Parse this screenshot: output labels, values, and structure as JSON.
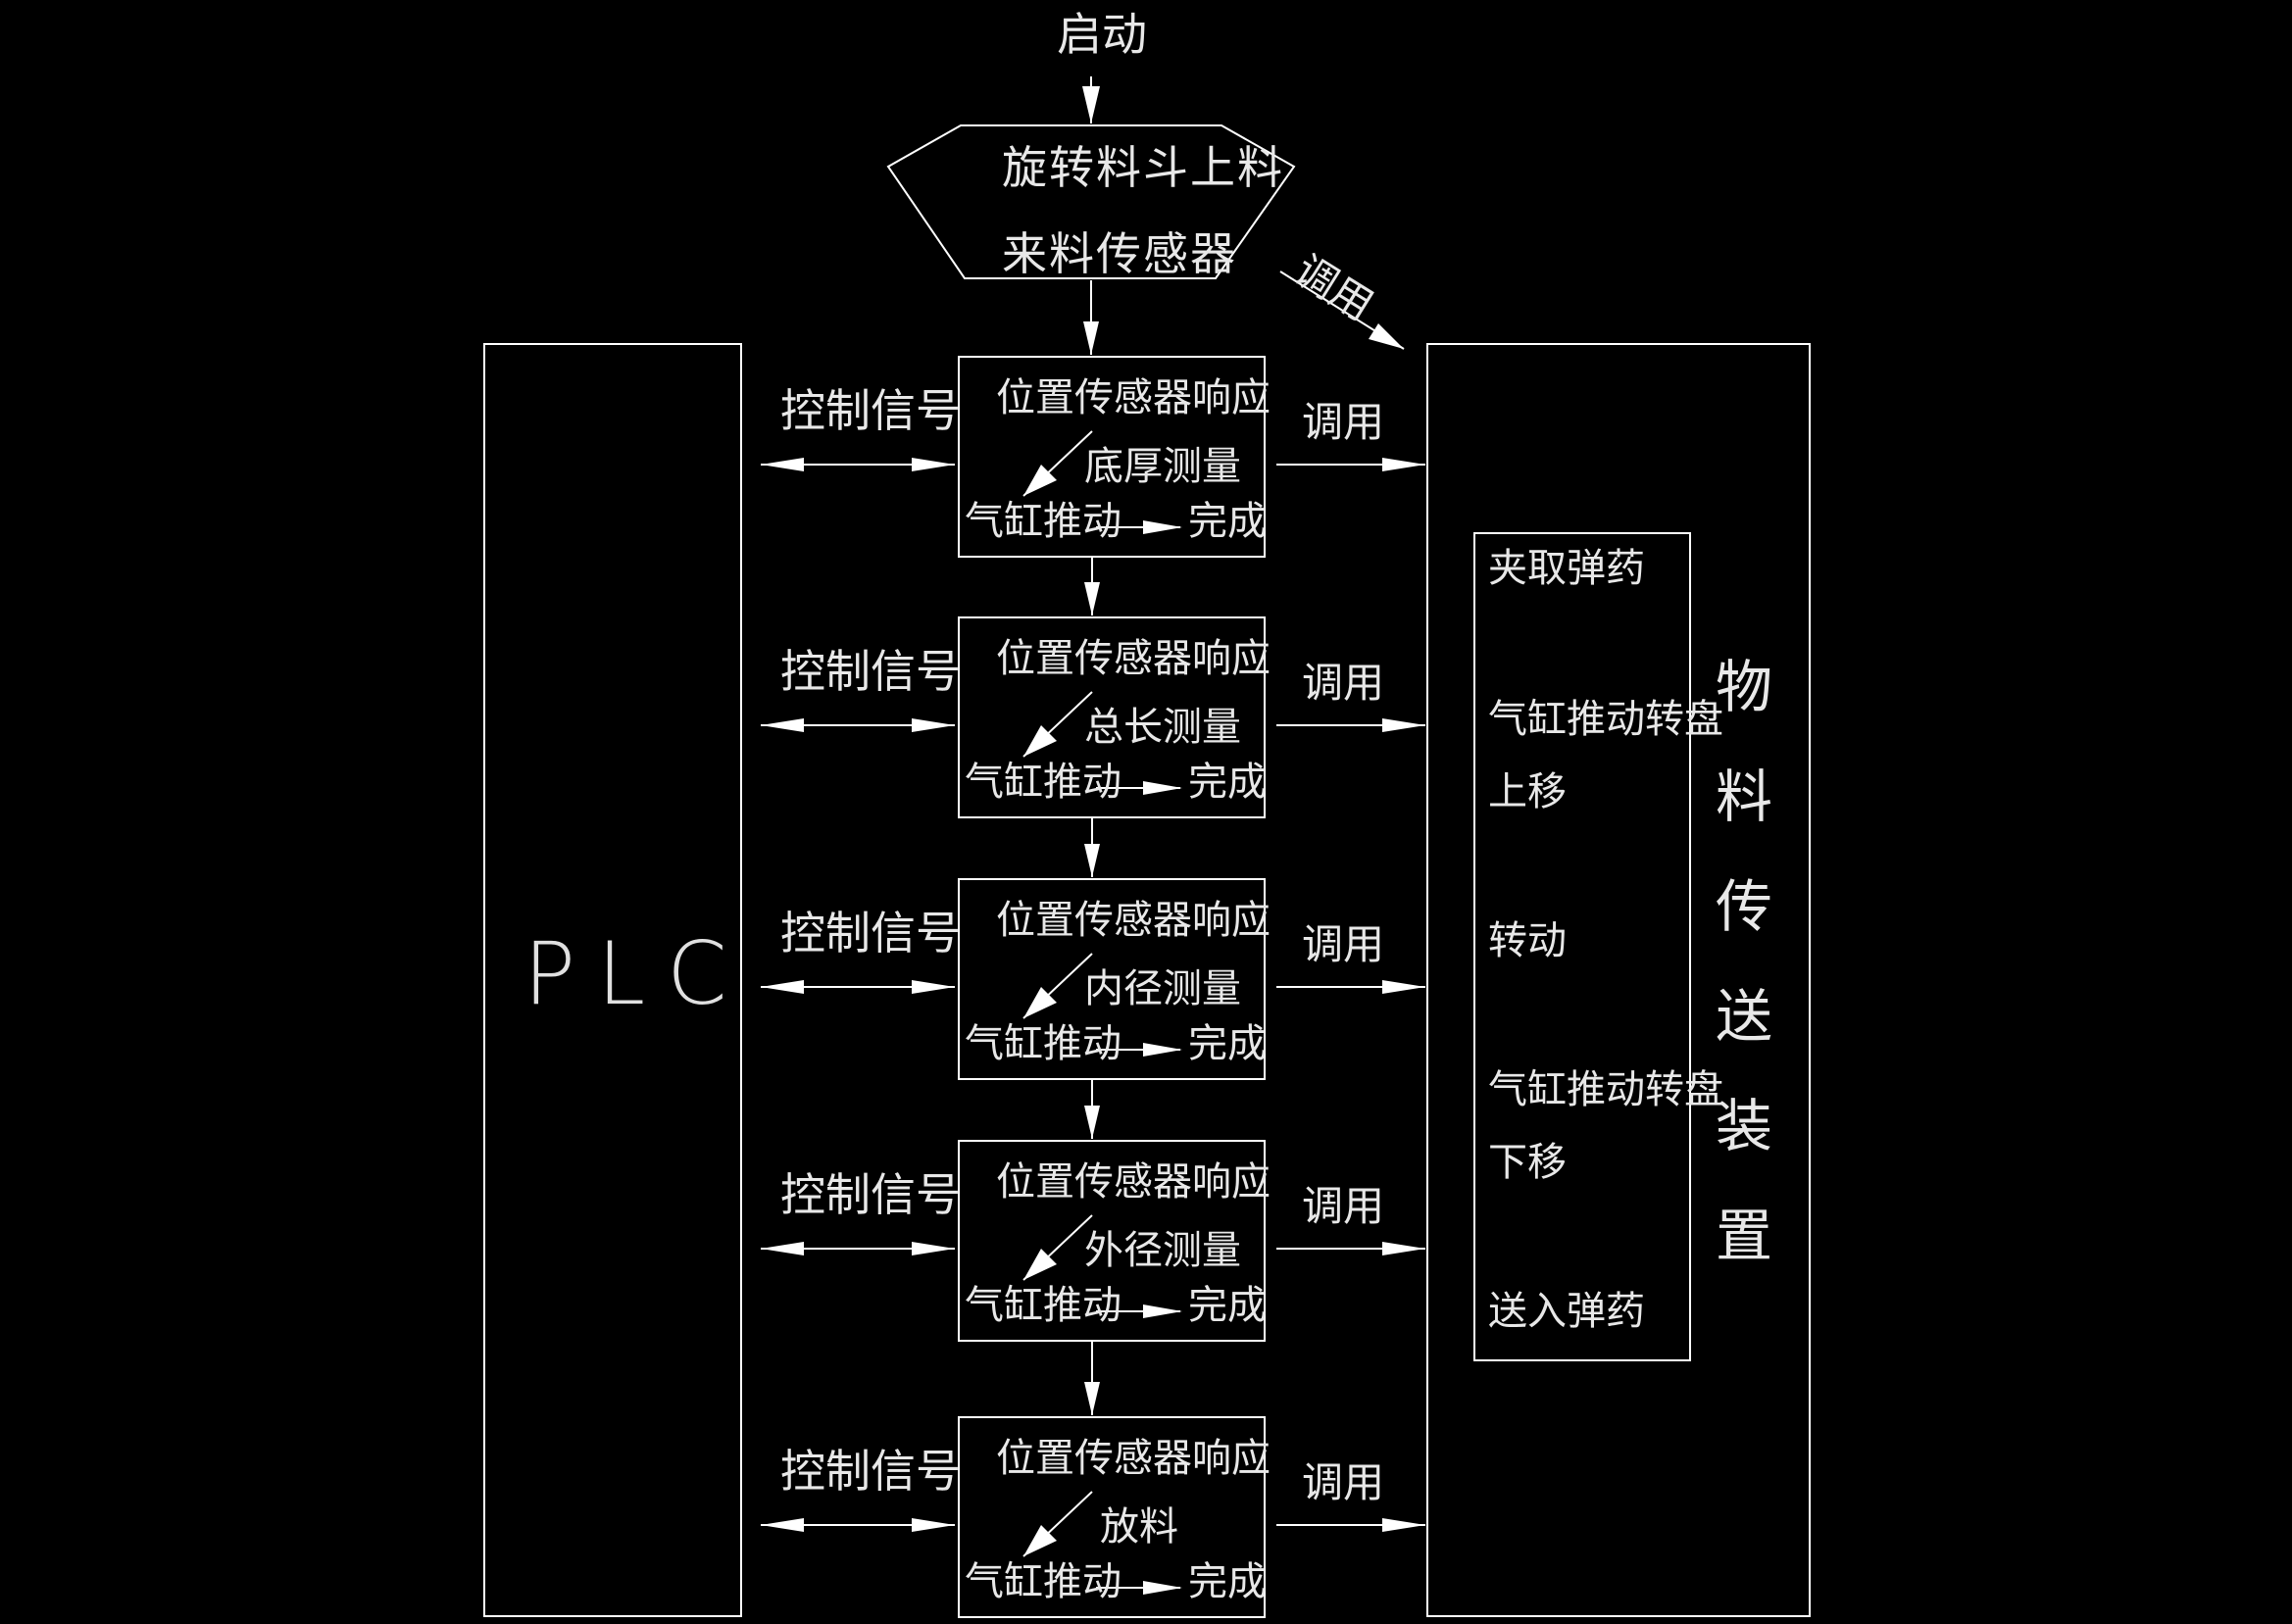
{
  "start": {
    "label": "启动"
  },
  "hopper": {
    "line1": "旋转料斗上料",
    "line2": "来料传感器"
  },
  "call_top": "调用",
  "plc": {
    "label": "PLC"
  },
  "stages": [
    {
      "control": "控制信号",
      "sensor": "位置传感器响应",
      "measure": "底厚测量",
      "cylinder": "气缸推动",
      "done": "完成",
      "call": "调用"
    },
    {
      "control": "控制信号",
      "sensor": "位置传感器响应",
      "measure": "总长测量",
      "cylinder": "气缸推动",
      "done": "完成",
      "call": "调用"
    },
    {
      "control": "控制信号",
      "sensor": "位置传感器响应",
      "measure": "内径测量",
      "cylinder": "气缸推动",
      "done": "完成",
      "call": "调用"
    },
    {
      "control": "控制信号",
      "sensor": "位置传感器响应",
      "measure": "外径测量",
      "cylinder": "气缸推动",
      "done": "完成",
      "call": "调用"
    },
    {
      "control": "控制信号",
      "sensor": "位置传感器响应",
      "measure": "放料",
      "cylinder": "气缸推动",
      "done": "完成",
      "call": "调用"
    }
  ],
  "transfer": {
    "title_chars": [
      "物",
      "料",
      "传",
      "送",
      "装",
      "置"
    ],
    "steps": {
      "clamp": "夹取弹药",
      "up_line1": "气缸推动转盘",
      "up_line2": "上移",
      "rotate": "转动",
      "down_line1": "气缸推动转盘",
      "down_line2": "下移",
      "insert": "送入弹药"
    }
  },
  "colors": {
    "background": "#000000",
    "line": "#ffffff",
    "text": "#e8e8e8"
  }
}
